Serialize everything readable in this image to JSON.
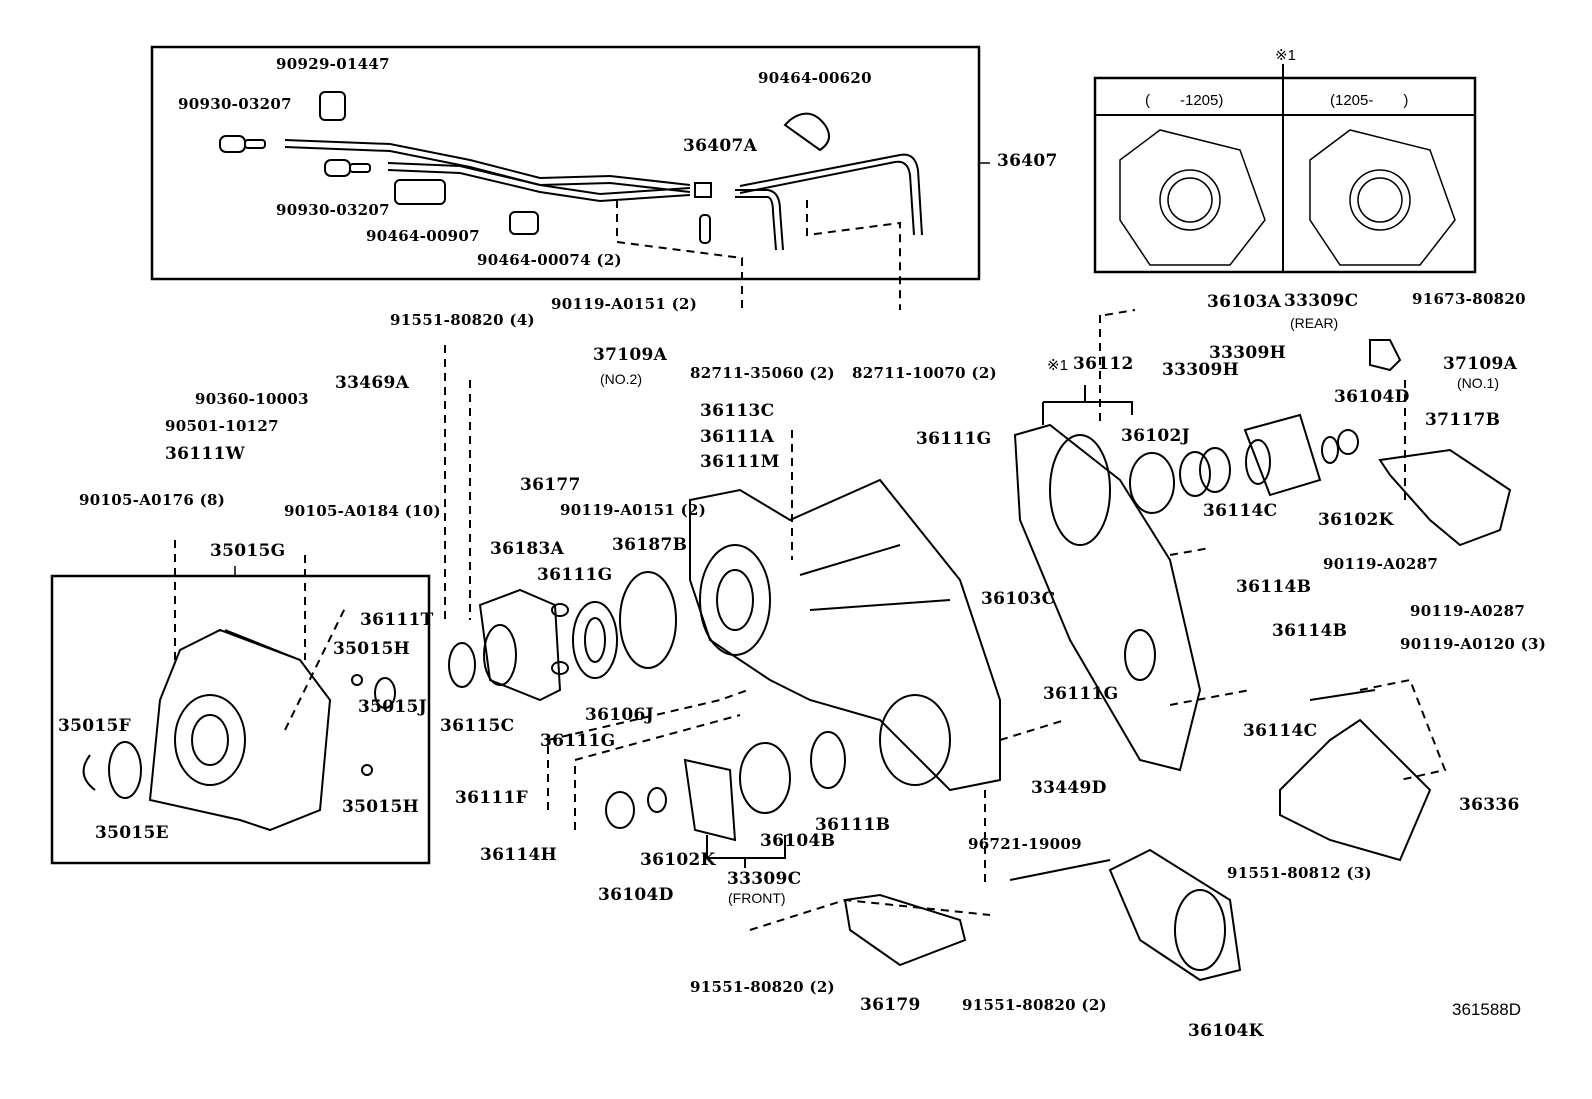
{
  "diagram": {
    "code": "361588D",
    "note_marker": "※1",
    "variant_table": {
      "marker": "※1",
      "columns": [
        "(　　-1205)",
        "(1205-　　)"
      ]
    },
    "hose_assembly": {
      "assembly_label": "36407",
      "labels": [
        "90929-01447",
        "90930-03207",
        "90930-03207",
        "90464-00907",
        "90464-00074 (2)",
        "90464-00620",
        "36407A"
      ]
    },
    "extension_housing_assembly": {
      "assembly_label": "35015G",
      "labels": [
        "36111T",
        "35015H",
        "35015J",
        "35015H",
        "35015F",
        "35015E"
      ]
    },
    "parts": [
      {
        "id": "p1",
        "number": "91551-80820 (4)"
      },
      {
        "id": "p2",
        "number": "90119-A0151 (2)"
      },
      {
        "id": "p3",
        "number": "37109A"
      },
      {
        "id": "p4",
        "number": "(NO.2)"
      },
      {
        "id": "p5",
        "number": "82711-35060 (2)"
      },
      {
        "id": "p6",
        "number": "82711-10070 (2)"
      },
      {
        "id": "p7",
        "number": "90360-10003"
      },
      {
        "id": "p8",
        "number": "33469A"
      },
      {
        "id": "p9",
        "number": "90501-10127"
      },
      {
        "id": "p10",
        "number": "36111W"
      },
      {
        "id": "p11",
        "number": "36177"
      },
      {
        "id": "p12",
        "number": "90119-A0151 (2)"
      },
      {
        "id": "p13",
        "number": "36113C"
      },
      {
        "id": "p14",
        "number": "36111A"
      },
      {
        "id": "p15",
        "number": "36111M"
      },
      {
        "id": "p16",
        "number": "36111G"
      },
      {
        "id": "p17",
        "number": "90105-A0176 (8)"
      },
      {
        "id": "p18",
        "number": "90105-A0184 (10)"
      },
      {
        "id": "p19",
        "number": "36183A"
      },
      {
        "id": "p20",
        "number": "36187B"
      },
      {
        "id": "p21",
        "number": "36111G"
      },
      {
        "id": "p22",
        "number": "36103C"
      },
      {
        "id": "p23",
        "number": "36115C"
      },
      {
        "id": "p24",
        "number": "36106J"
      },
      {
        "id": "p25",
        "number": "36111G"
      },
      {
        "id": "p26",
        "number": "36111F"
      },
      {
        "id": "p27",
        "number": "36114H"
      },
      {
        "id": "p28",
        "number": "36104D"
      },
      {
        "id": "p29",
        "number": "36102K"
      },
      {
        "id": "p30",
        "number": "36104B"
      },
      {
        "id": "p31",
        "number": "33309C"
      },
      {
        "id": "p32",
        "number": "(FRONT)"
      },
      {
        "id": "p33",
        "number": "36111B"
      },
      {
        "id": "p34",
        "number": "36111G"
      },
      {
        "id": "p35",
        "number": "33449D"
      },
      {
        "id": "p36",
        "number": "96721-19009"
      },
      {
        "id": "p37",
        "number": "91551-80820 (2)"
      },
      {
        "id": "p38",
        "number": "36179"
      },
      {
        "id": "p39",
        "number": "91551-80820 (2)"
      },
      {
        "id": "p40",
        "number": "36104K"
      },
      {
        "id": "p41",
        "number": "91551-80812 (3)"
      },
      {
        "id": "p42",
        "number": "36103A"
      },
      {
        "id": "p43",
        "number": "36112"
      },
      {
        "id": "p44",
        "number": "33309C"
      },
      {
        "id": "p45",
        "number": "(REAR)"
      },
      {
        "id": "p46",
        "number": "33309H"
      },
      {
        "id": "p47",
        "number": "33309H"
      },
      {
        "id": "p48",
        "number": "36102J"
      },
      {
        "id": "p49",
        "number": "36104D"
      },
      {
        "id": "p50",
        "number": "91673-80820"
      },
      {
        "id": "p51",
        "number": "37109A"
      },
      {
        "id": "p52",
        "number": "(NO.1)"
      },
      {
        "id": "p53",
        "number": "37117B"
      },
      {
        "id": "p54",
        "number": "36102K"
      },
      {
        "id": "p55",
        "number": "36114C"
      },
      {
        "id": "p56",
        "number": "36114B"
      },
      {
        "id": "p57",
        "number": "90119-A0287"
      },
      {
        "id": "p58",
        "number": "90119-A0287"
      },
      {
        "id": "p59",
        "number": "36114B"
      },
      {
        "id": "p60",
        "number": "90119-A0120 (3)"
      },
      {
        "id": "p61",
        "number": "36114C"
      },
      {
        "id": "p62",
        "number": "36336"
      }
    ]
  }
}
